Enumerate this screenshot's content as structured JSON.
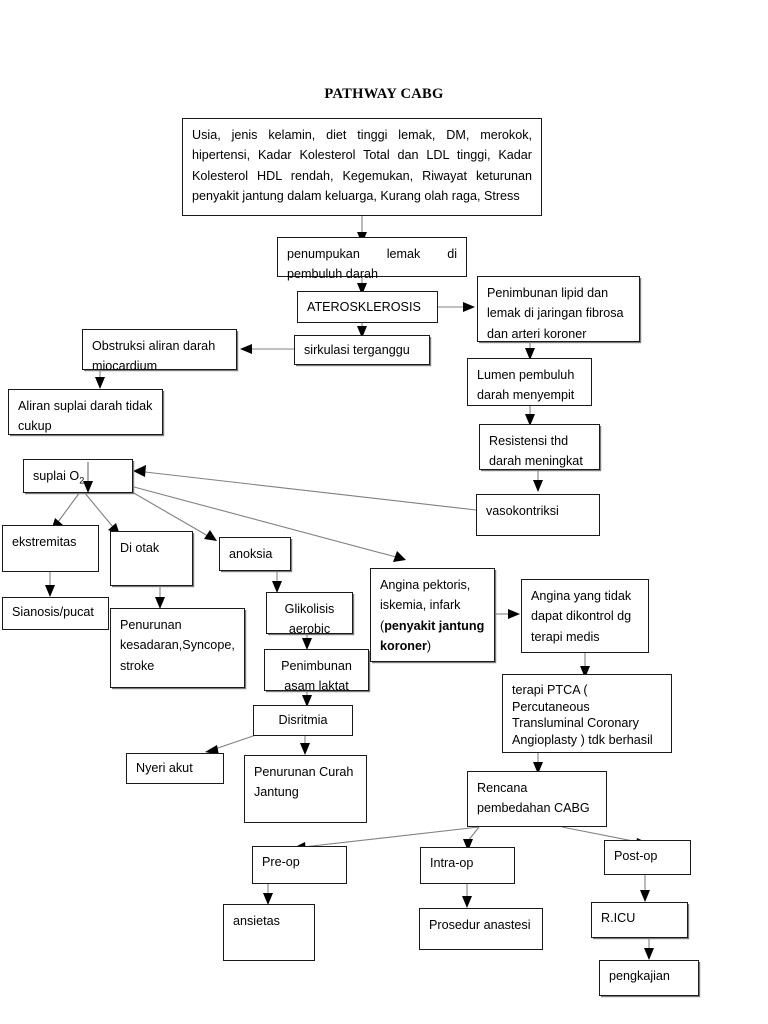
{
  "document": {
    "title": "PATHWAY CABG",
    "type": "clinical-pathway-flowchart",
    "language": "Indonesian"
  },
  "nodes": {
    "risk_factors": "Usia, jenis kelamin, diet tinggi lemak, DM, merokok, hipertensi, Kadar Kolesterol Total dan LDL tinggi, Kadar Kolesterol HDL rendah, Kegemukan, Riwayat keturunan penyakit jantung dalam keluarga, Kurang olah raga, Stress",
    "penumpukan_lemak": "penumpukan lemak di pembuluh darah",
    "aterosklerosis": "ATEROSKLEROSIS",
    "sirkulasi_terganggu": "sirkulasi terganggu",
    "penimbunan_lipid": "Penimbunan lipid dan lemak di jaringan fibrosa dan arteri koroner",
    "lumen_menyempit": "Lumen pembuluh darah menyempit",
    "resistensi": "Resistensi thd darah meningkat",
    "vasokontriksi": "vasokontriksi",
    "obstruksi": "Obstruksi aliran darah miocardium",
    "aliran_suplai": "Aliran suplai darah tidak cukup",
    "suplai_o2": "suplai O",
    "suplai_o2_sub": "2",
    "ekstremitas": "ekstremitas",
    "di_otak": "Di otak",
    "anoksia": "anoksia",
    "sianosis": "Sianosis/pucat",
    "penurunan_kesadaran": "Penurunan kesadaran,Syncope, stroke",
    "glikolisis": "Glikolisis aerobic",
    "asam_laktat": "Penimbunan asam laktat",
    "disritmia": "Disritmia",
    "nyeri_akut": "Nyeri akut",
    "penurunan_curah": "Penurunan Curah Jantung",
    "angina_pektoris_plain": "Angina pektoris, iskemia, infark (",
    "angina_pektoris_bold": "penyakit jantung koroner",
    "angina_pektoris_tail": ")",
    "angina_tidak_terkontrol": "Angina yang tidak dapat dikontrol dg terapi medis",
    "terapi_ptca": "terapi PTCA ( Percutaneous Transluminal Coronary Angioplasty ) tdk berhasil",
    "rencana_cabg": "Rencana pembedahan CABG",
    "pre_op": "Pre-op",
    "intra_op": "Intra-op",
    "post_op": "Post-op",
    "ansietas": "ansietas",
    "prosedur_anastesi": "Prosedur anastesi",
    "r_icu": "R.ICU",
    "pengkajian": "pengkajian"
  },
  "colors": {
    "text": "#000000",
    "box_border": "#1a1a1a",
    "connector": "#808080",
    "arrowhead": "#000000",
    "background": "#ffffff",
    "shadow": "#7c7c7c"
  }
}
